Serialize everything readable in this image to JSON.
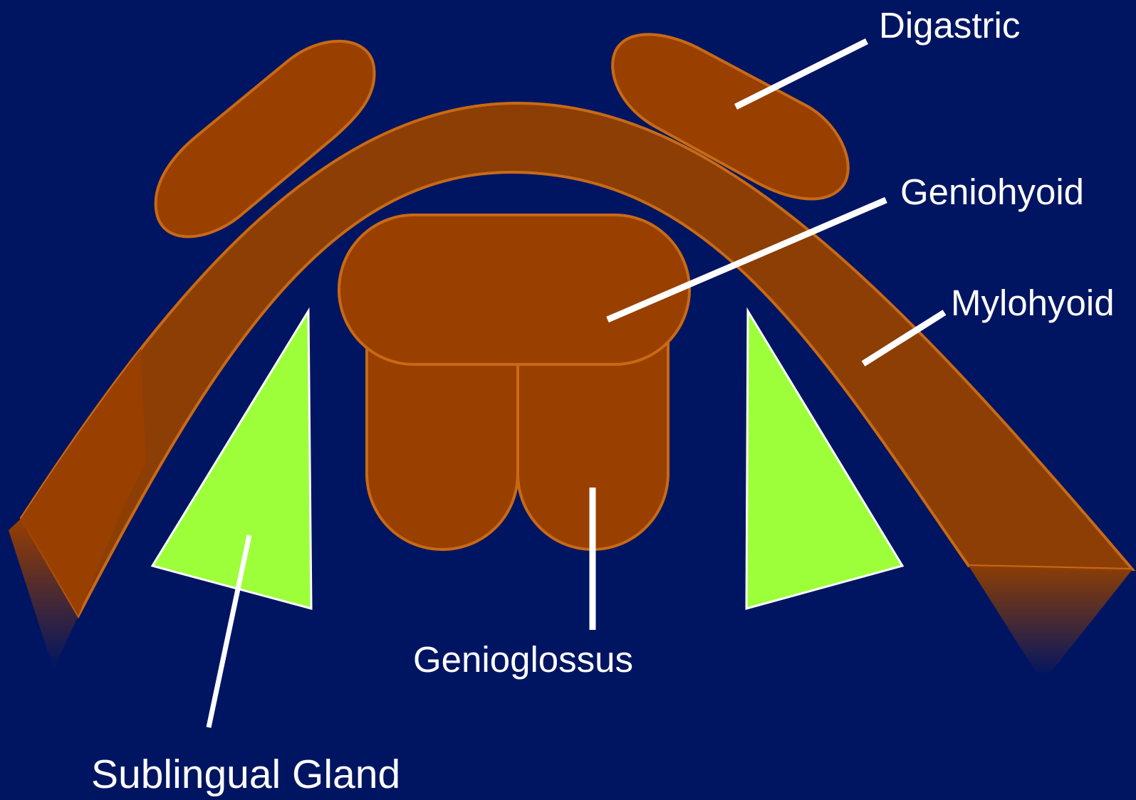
{
  "colors": {
    "background": "#001562",
    "muscle": "#993f00",
    "muscle_band": "#8c3e05",
    "muscle_outline": "#c86a14",
    "gland": "#9dff3a",
    "leader": "#ffffff",
    "label": "#ffffff"
  },
  "labels": {
    "digastric": "Digastric",
    "geniohyoid": "Geniohyoid",
    "mylohyoid": "Mylohyoid",
    "genioglossus": "Genioglossus",
    "sublingual_gland": "Sublingual Gland"
  }
}
